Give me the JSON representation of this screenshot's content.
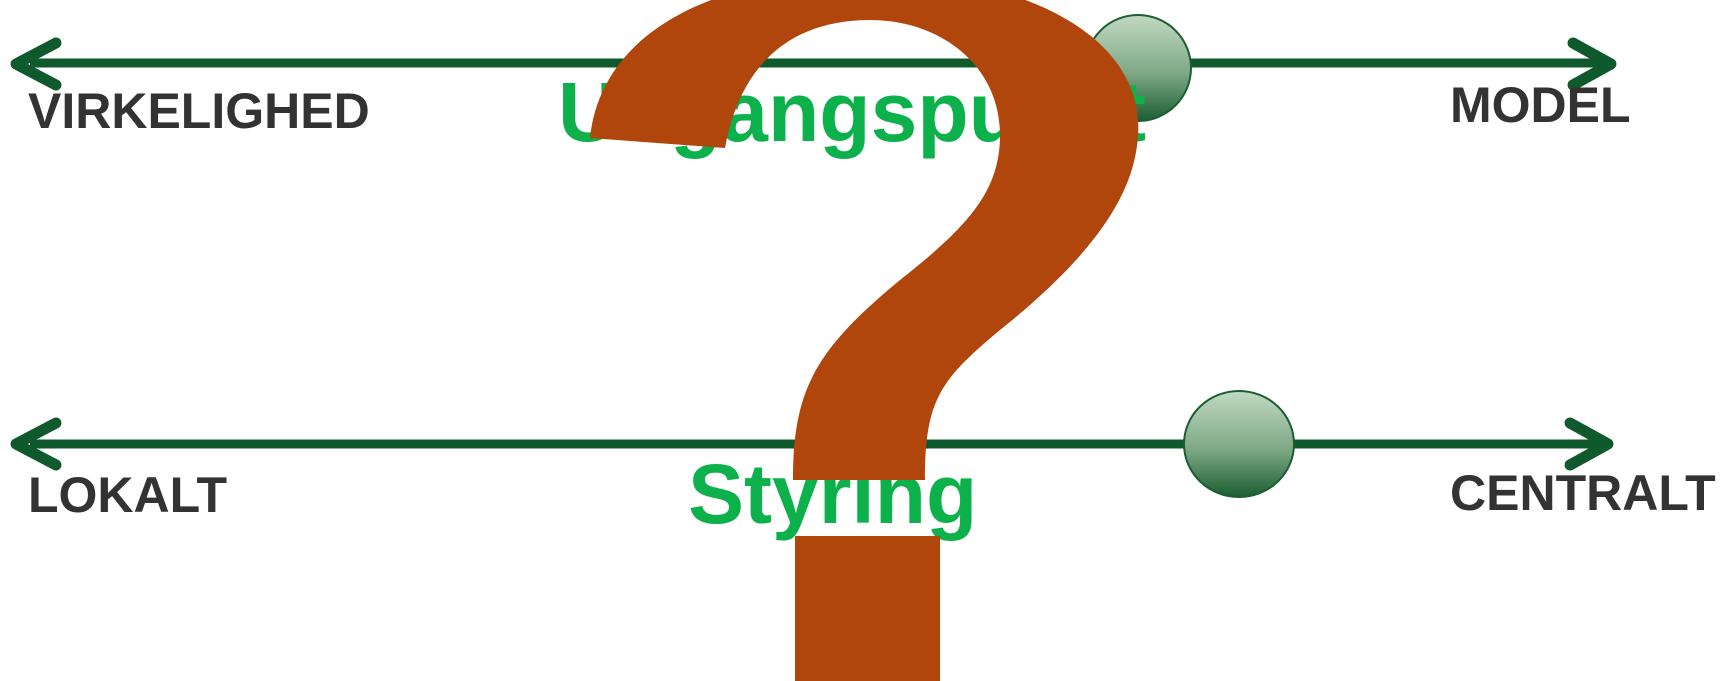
{
  "colors": {
    "axis": "#0f5a2c",
    "title": "#0db14b",
    "label": "#333333",
    "question_mark": "#b0460c",
    "slider_top": "#b5d0b7",
    "slider_bottom": "#1b5e31"
  },
  "axes": [
    {
      "left_label": "VIRKELIGHED",
      "right_label": "MODEL",
      "title": "Udgangspunkt",
      "slider_position": 0.7
    },
    {
      "left_label": "LOKALT",
      "right_label": "CENTRALT",
      "title": "Styring",
      "slider_position": 0.75
    }
  ],
  "overlay_icon": "question-mark-icon"
}
